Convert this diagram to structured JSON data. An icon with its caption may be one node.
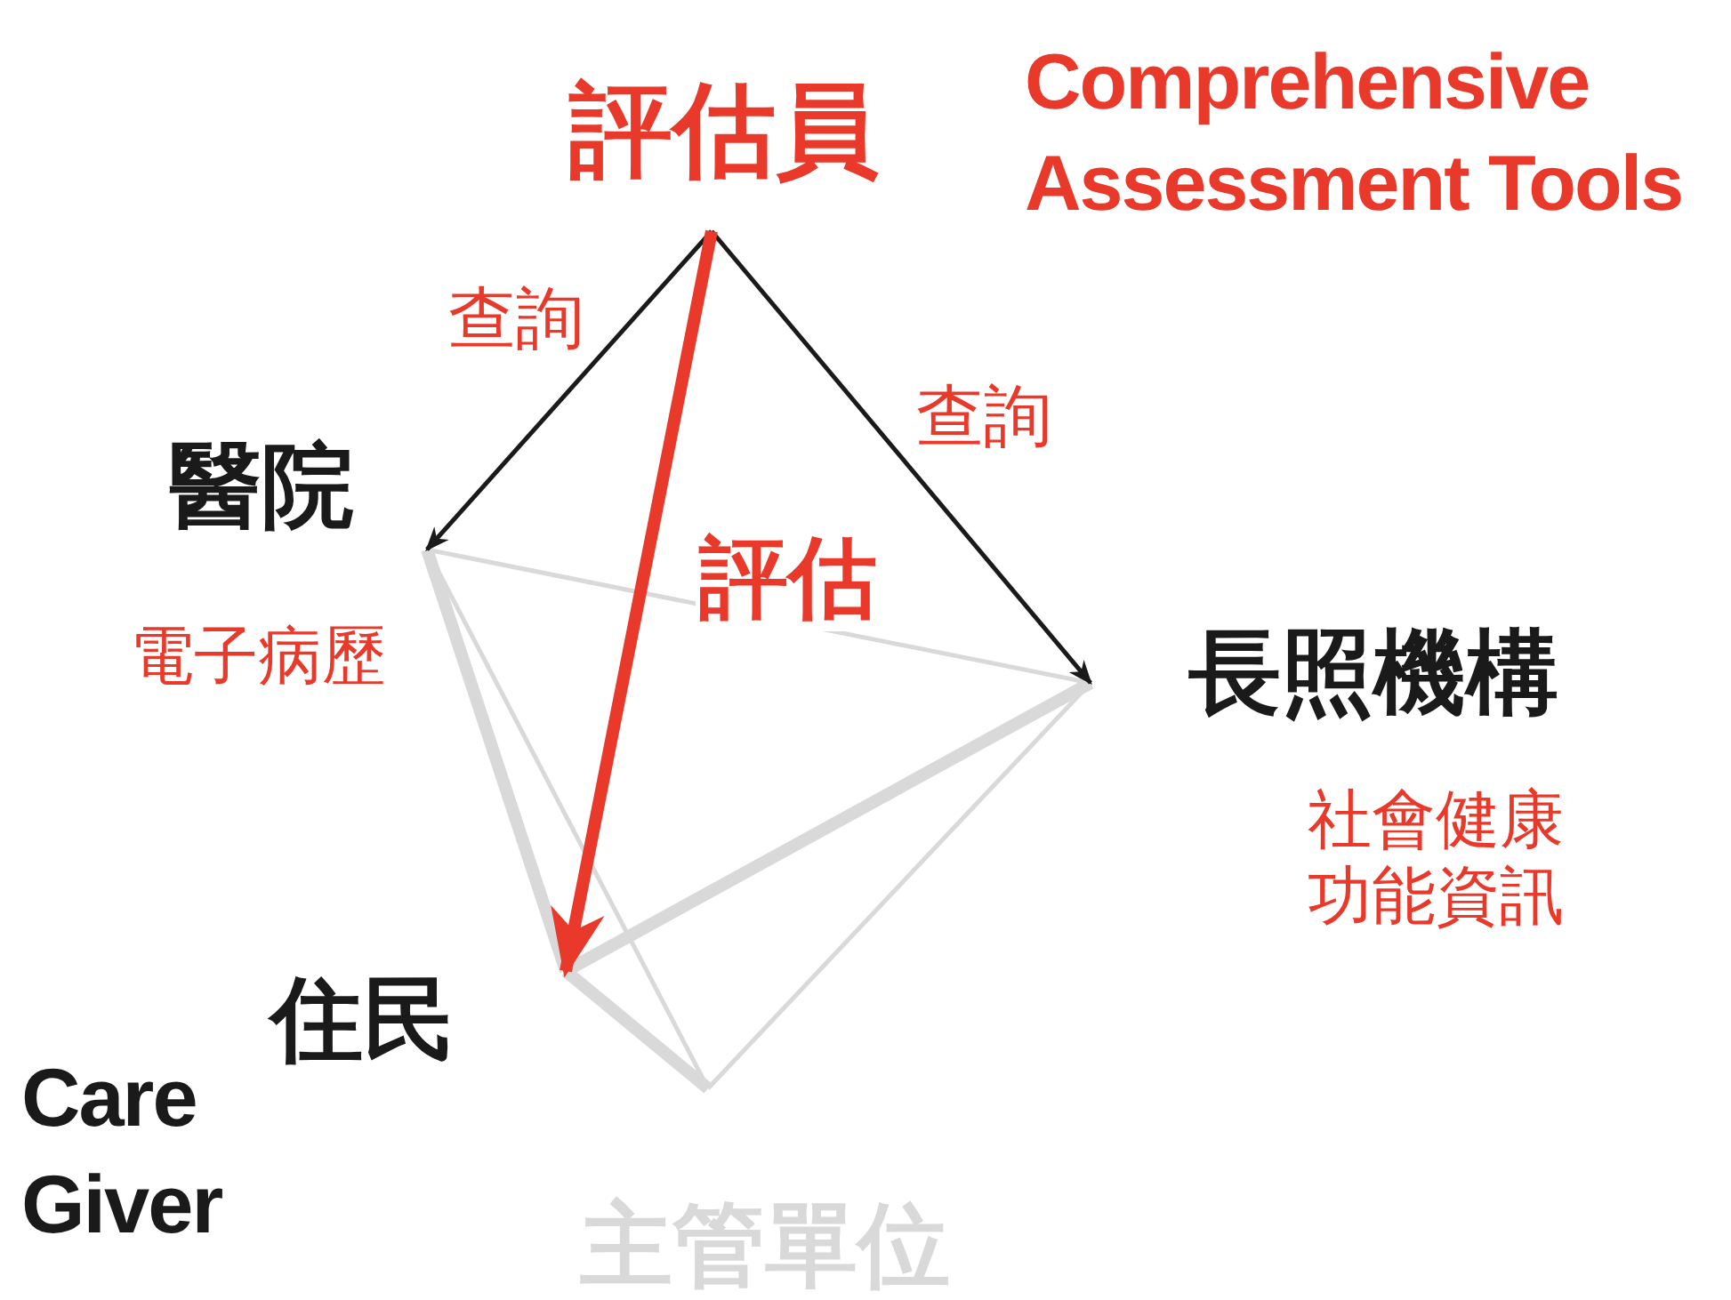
{
  "diagram": {
    "nodes": [
      {
        "text": [
          "評估員"
        ]
      },
      {
        "text": [
          "醫院"
        ],
        "beside": [
          "電子病歷"
        ]
      },
      {
        "text": [
          "長照機構"
        ],
        "beside": [
          "社會健康功能資訊"
        ]
      },
      {
        "text": [
          "住民"
        ]
      },
      {
        "text": [
          "主管單位"
        ]
      }
    ],
    "edges": [
      {
        "from": 0,
        "to": 1,
        "arrow": "to",
        "label": "查詢",
        "color": "#1a1a1a"
      },
      {
        "from": 0,
        "to": 2,
        "arrow": "to",
        "label": "查詢",
        "color": "#1a1a1a"
      },
      {
        "from": 1,
        "to": 2,
        "arrow": "none"
      },
      {
        "from": 1,
        "to": 3,
        "arrow": "none",
        "style": "thick"
      },
      {
        "from": 1,
        "to": 4,
        "arrow": "none"
      },
      {
        "from": 2,
        "to": 3,
        "arrow": "none",
        "style": "thick"
      },
      {
        "from": 2,
        "to": 4,
        "arrow": "none"
      },
      {
        "from": 3,
        "to": 4,
        "arrow": "none",
        "style": "thick"
      },
      {
        "from": 0,
        "to": 3,
        "arrow": "to",
        "label": "評估",
        "style": "thick",
        "color": "#e8392b"
      }
    ],
    "labels": [
      "Comprehensive Assessment Tools",
      "Care Giver"
    ]
  }
}
